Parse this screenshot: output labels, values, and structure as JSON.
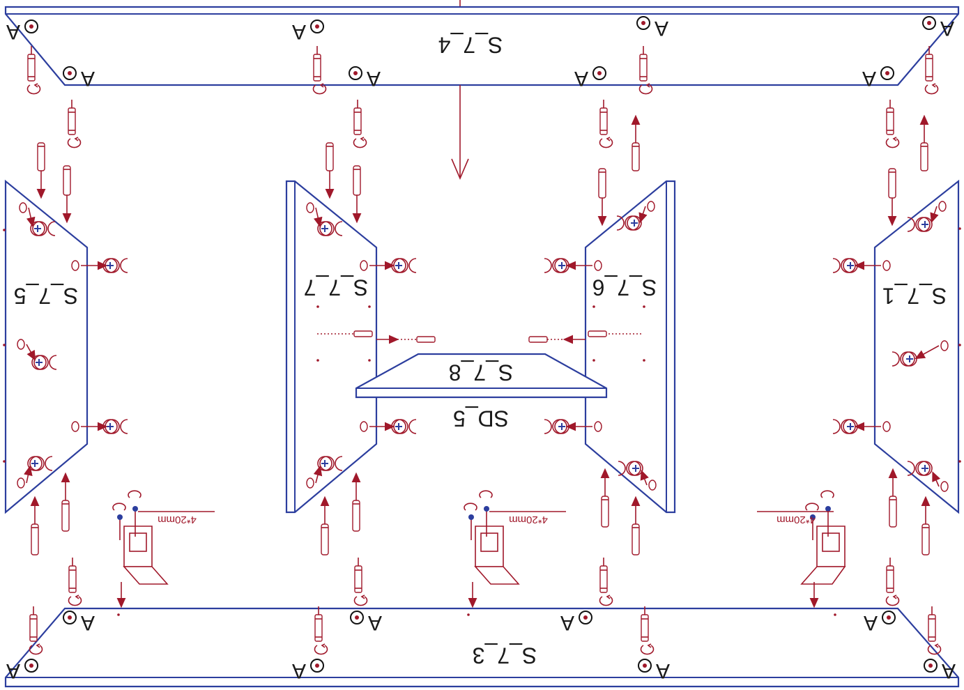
{
  "diagram": {
    "panels": [
      {
        "id": "top_shelf",
        "label": "S_7_4"
      },
      {
        "id": "bottom_shelf",
        "label": "S_7_3"
      },
      {
        "id": "left_side",
        "label": "S_7_5"
      },
      {
        "id": "inner_left",
        "label": "S_7_7"
      },
      {
        "id": "inner_right",
        "label": "S_7_6"
      },
      {
        "id": "right_side",
        "label": "S_7_1"
      },
      {
        "id": "middle_shelf",
        "label": "S_7_8"
      },
      {
        "id": "drawer",
        "label": "SD_5"
      }
    ],
    "hardware_marker": "A",
    "screw_spec": "4*20mm",
    "colors": {
      "panel_outline": "#2c3e9e",
      "hardware": "#a0182a"
    }
  }
}
